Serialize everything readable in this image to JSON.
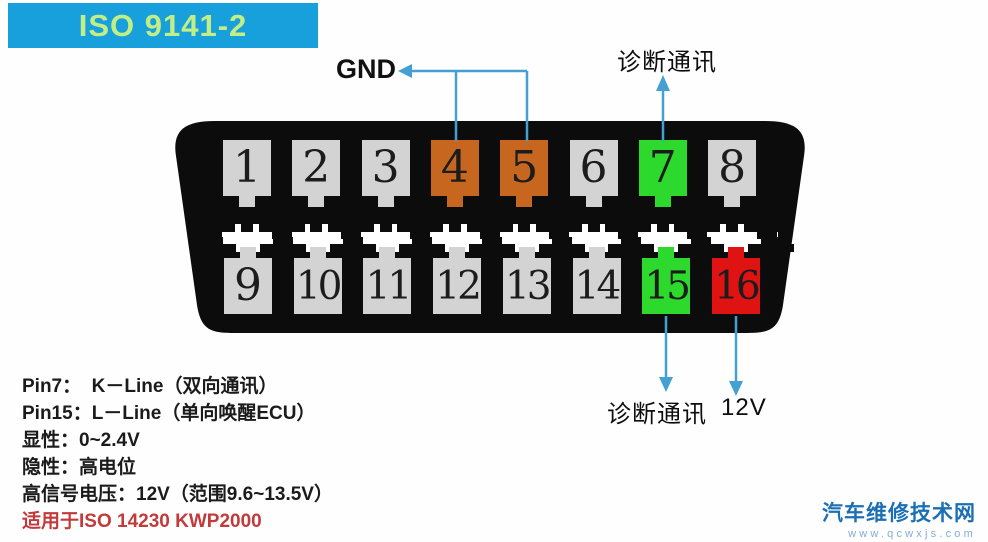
{
  "banner": {
    "title": "ISO 9141-2"
  },
  "palette": {
    "banner_bg": "#18a0dc",
    "banner_fg": "#c3ee85",
    "body_black": "#0c0c0c",
    "pin_gray": "#d3d3d3",
    "pin_orange": "#c7671f",
    "pin_green": "#2cd92c",
    "pin_red": "#e01313",
    "arrow": "#44a0d2",
    "note_text": "#1b1b1b",
    "note_red": "#c23a3a",
    "watermark_main": "#1b6fb5",
    "watermark_sub": "#85aed4"
  },
  "connector": {
    "pins": [
      {
        "num": "1",
        "color": "gray"
      },
      {
        "num": "2",
        "color": "gray"
      },
      {
        "num": "3",
        "color": "gray"
      },
      {
        "num": "4",
        "color": "orange"
      },
      {
        "num": "5",
        "color": "orange"
      },
      {
        "num": "6",
        "color": "gray"
      },
      {
        "num": "7",
        "color": "green"
      },
      {
        "num": "8",
        "color": "gray"
      },
      {
        "num": "9",
        "color": "gray"
      },
      {
        "num": "10",
        "color": "gray"
      },
      {
        "num": "11",
        "color": "gray"
      },
      {
        "num": "12",
        "color": "gray"
      },
      {
        "num": "13",
        "color": "gray"
      },
      {
        "num": "14",
        "color": "gray"
      },
      {
        "num": "15",
        "color": "green"
      },
      {
        "num": "16",
        "color": "red"
      }
    ]
  },
  "labels": {
    "gnd": "GND",
    "diag_top": "诊断通讯",
    "diag_bottom": "诊断通讯",
    "v12": "12V"
  },
  "notes": {
    "lines": [
      {
        "text": "Pin7：  K－Line（双向通讯）"
      },
      {
        "text": "Pin15：L－Line（单向唤醒ECU）"
      },
      {
        "text": "显性：0~2.4V"
      },
      {
        "text": "隐性：高电位"
      },
      {
        "text": "高信号电压：12V（范围9.6~13.5V）"
      },
      {
        "text": "适用于ISO 14230 KWP2000",
        "accent": "red"
      }
    ]
  },
  "watermark": {
    "site": "汽车维修技术网",
    "url": "www.qcwxjs.com"
  }
}
